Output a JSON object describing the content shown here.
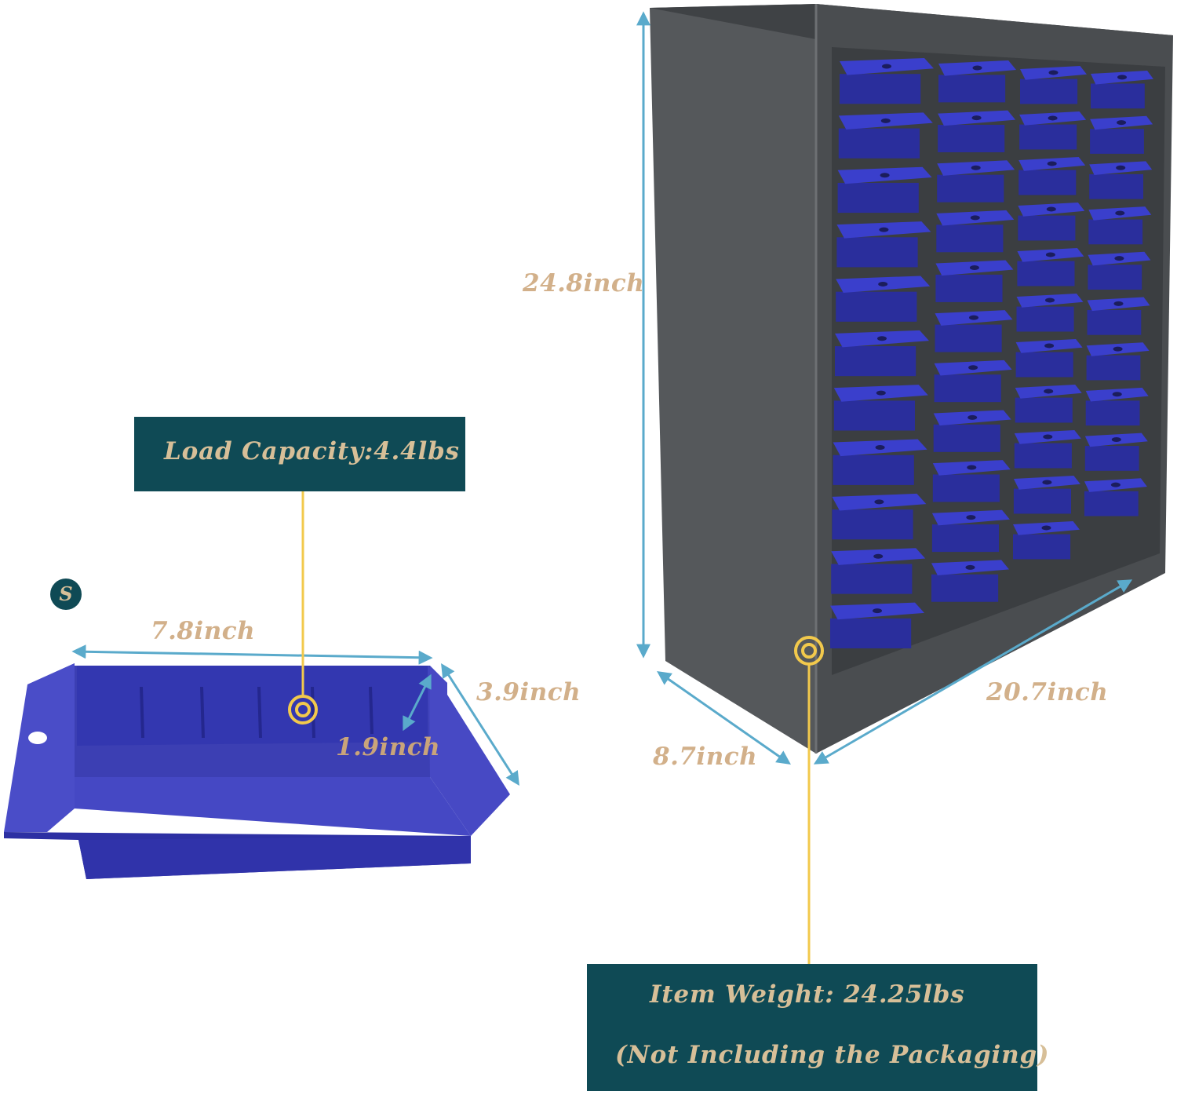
{
  "small_drawer": {
    "badge": "S",
    "width_label": "7.8inch",
    "depth_label": "3.9inch",
    "height_label": "1.9inch"
  },
  "load_callout": {
    "text": "Load Capacity:4.4lbs"
  },
  "cabinet": {
    "height_label": "24.8inch",
    "width_label": "20.7inch",
    "depth_label": "8.7inch"
  },
  "weight_callout": {
    "line1": "Item Weight: 24.25lbs",
    "line2": "(Not Including the Packaging)"
  },
  "colors": {
    "callout_bg": "#0f4a55",
    "callout_text": "#d7bf98",
    "dimension_text": "#d2b08a",
    "arrow": "#5aaacb",
    "leader": "#f2c94c",
    "cabinet_body": "#56595c",
    "drawer_blue": "#2f34b8"
  }
}
